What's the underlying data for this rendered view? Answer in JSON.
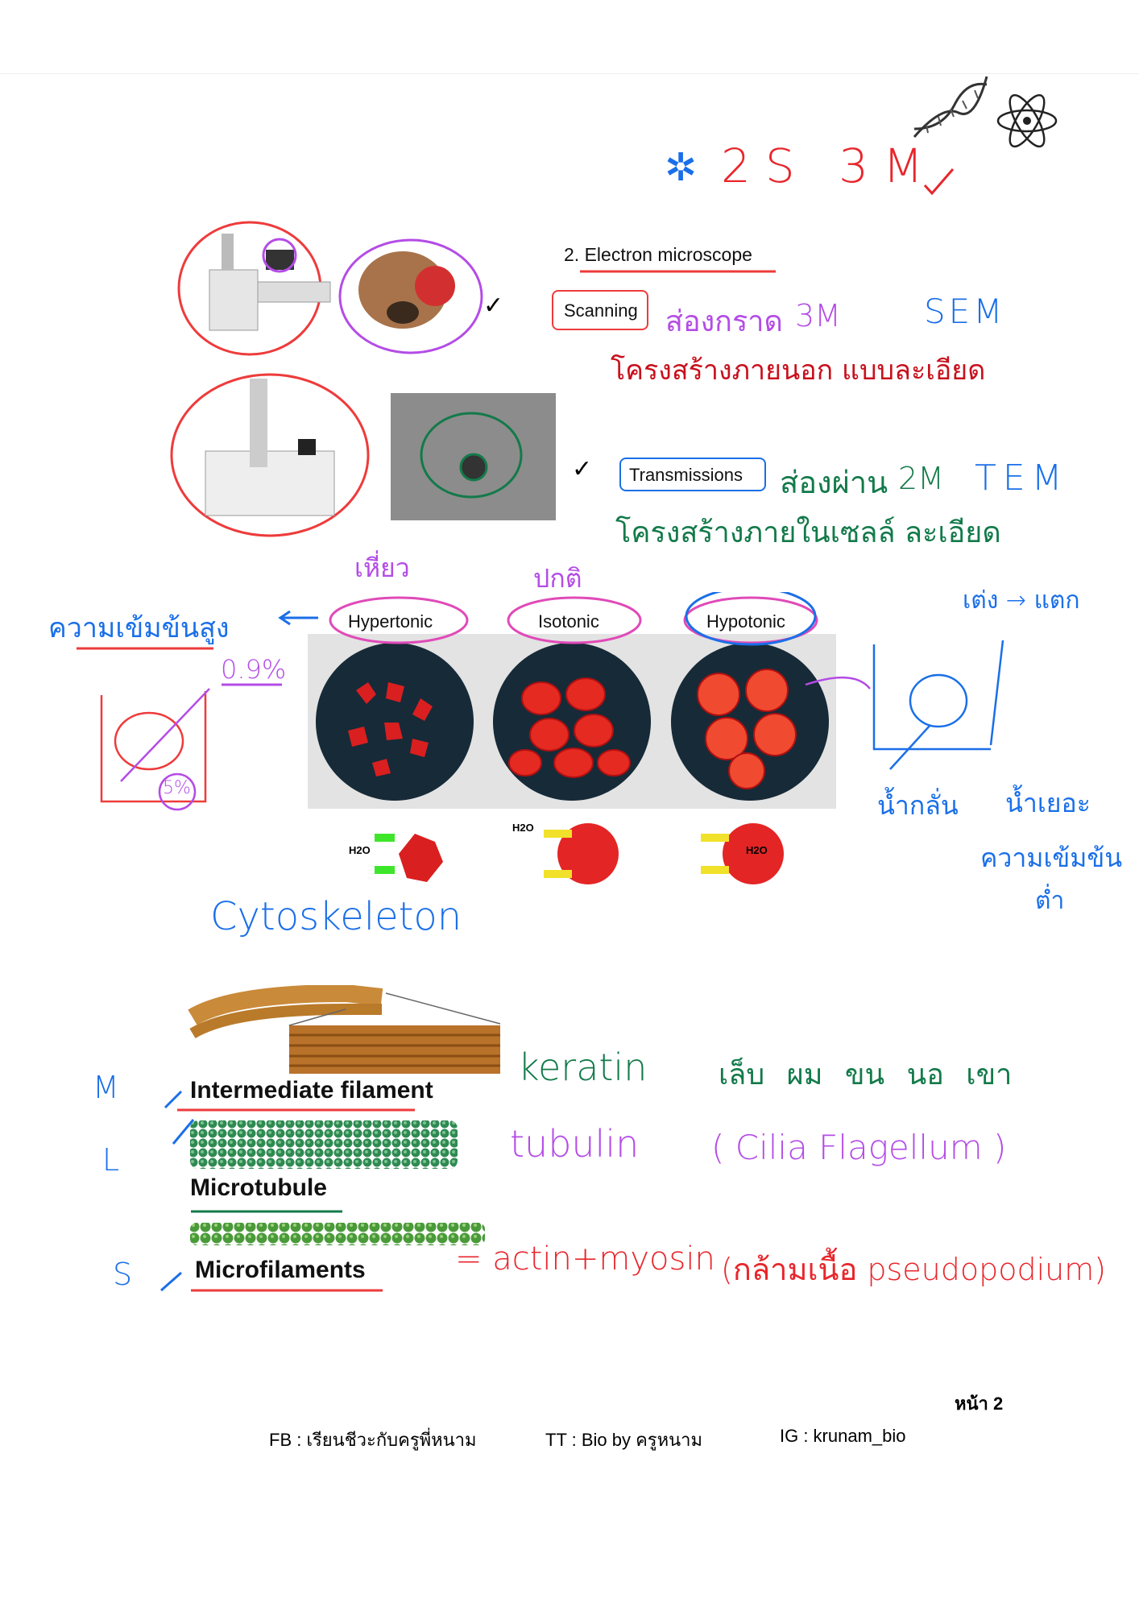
{
  "header": {
    "mark": "2S 3M"
  },
  "em": {
    "title": "2. Electron microscope",
    "scanning": {
      "label": "Scanning",
      "note1": "ส่องกราด",
      "mag": "3M",
      "abbr": "SEM",
      "note2": "โครงสร้างภายนอก แบบละเอียด"
    },
    "transmission": {
      "label": "Transmissions",
      "note1": "ส่องผ่าน",
      "mag": "2M",
      "abbr": "TEM",
      "note2": "โครงสร้างภายในเซลล์ ละเอียด"
    },
    "check": "✓"
  },
  "tonicity": {
    "items": [
      {
        "label": "Hypertonic",
        "note": "เหี่ยว"
      },
      {
        "label": "Isotonic",
        "note": "ปกติ"
      },
      {
        "label": "Hypotonic",
        "note": ""
      }
    ],
    "water": "H2O",
    "left": {
      "note": "ความเข้มข้นสูง",
      "pct1": "0.9%",
      "pct2": "5%"
    },
    "right": {
      "note": "เต่ง → แตก",
      "water1": "น้ำกลั่น",
      "water2": "น้ำเยอะ",
      "conc": "ความเข้มข้น",
      "low": "ต่ำ"
    }
  },
  "cytoskeleton": {
    "title": "Cytoskeleton",
    "rows": [
      {
        "size": "M",
        "label": "Intermediate filament",
        "protein": "keratin",
        "note": "เล็บ ผม ขน นอ เขา"
      },
      {
        "size": "L",
        "label": "Microtubule",
        "protein": "tubulin",
        "note": "( Cilia  Flagellum )"
      },
      {
        "size": "S",
        "label": "Microfilaments",
        "protein": "= actin+myosin",
        "note": "(กล้ามเนื้อ  pseudopodium)"
      }
    ]
  },
  "footer": {
    "page": "หน้า 2",
    "fb": "FB : เรียนชีวะกับครูพี่หนาม",
    "tt": "TT : Bio by ครูหนาม",
    "ig": "IG : krunam_bio"
  }
}
